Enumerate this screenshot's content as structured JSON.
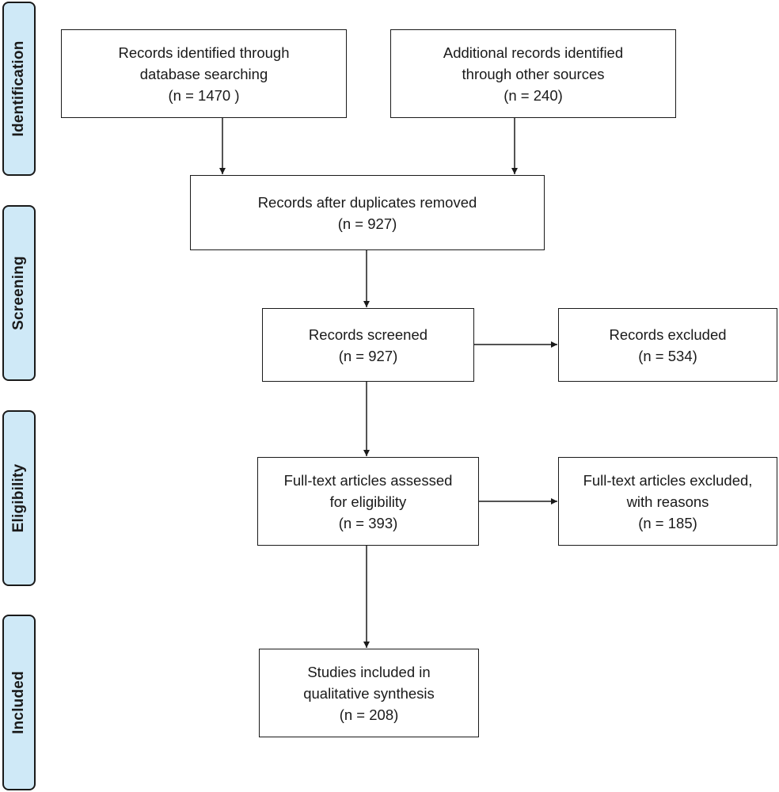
{
  "phases": {
    "identification": "Identification",
    "screening": "Screening",
    "eligibility": "Eligibility",
    "included": "Included"
  },
  "boxes": {
    "database": {
      "line1": "Records identified through",
      "line2": "database searching",
      "count": "(n = 1470 )"
    },
    "other_sources": {
      "line1": "Additional records identified",
      "line2": "through other sources",
      "count": "(n =  240)"
    },
    "duplicates": {
      "line1": "Records after duplicates removed",
      "count": "(n =  927)"
    },
    "screened": {
      "line1": "Records screened",
      "count": "(n =  927)"
    },
    "excluded": {
      "line1": "Records excluded",
      "count": "(n = 534)"
    },
    "fulltext": {
      "line1": "Full-text articles assessed",
      "line2": "for eligibility",
      "count": "(n =  393)"
    },
    "fulltext_excluded": {
      "line1": "Full-text articles excluded,",
      "line2": "with reasons",
      "count": "(n = 185)"
    },
    "included": {
      "line1": "Studies included in",
      "line2": "qualitative synthesis",
      "count": "(n =  208)"
    }
  }
}
